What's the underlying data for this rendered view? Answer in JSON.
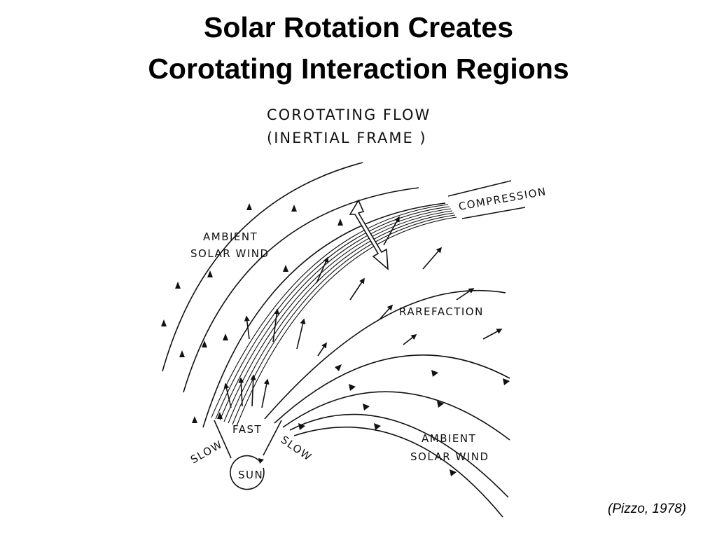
{
  "slide": {
    "title_line1": "Solar Rotation Creates",
    "title_line2": "Corotating Interaction Regions",
    "citation": "(Pizzo, 1978)"
  },
  "figure": {
    "header_line1": "COROTATING FLOW",
    "header_line2": "(INERTIAL FRAME )",
    "labels": {
      "compression": "COMPRESSION",
      "ambient_upper_1": "AMBIENT",
      "ambient_upper_2": "SOLAR WIND",
      "rarefaction": "RAREFACTION",
      "ambient_lower_1": "AMBIENT",
      "ambient_lower_2": "SOLAR WIND",
      "fast": "FAST",
      "slow_left": "SLOW",
      "slow_right": "SLOW",
      "sun": "SUN"
    }
  }
}
